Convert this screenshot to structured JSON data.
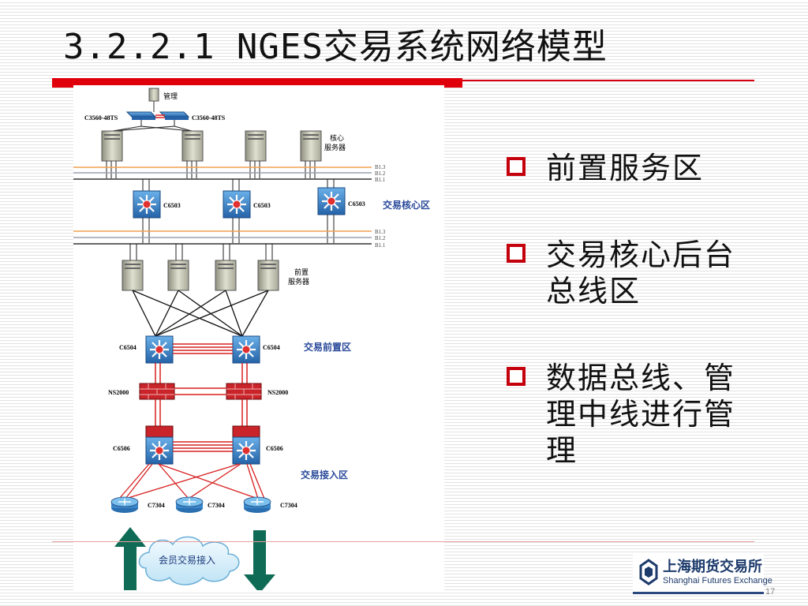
{
  "slide": {
    "title": "3.2.2.1 NGES交易系统网络模型",
    "page_number": "17"
  },
  "bullets": [
    {
      "text": "前置服务区"
    },
    {
      "text": "交易核心后台总线区"
    },
    {
      "text": "数据总线、管理中线进行管理"
    }
  ],
  "diagram": {
    "mgmt_label": "管理",
    "top_switch_label": "C3560-48TS",
    "core_server_label_1": "核心",
    "core_server_label_2": "服务器",
    "bus_labels": [
      "B1.3",
      "B1.2",
      "B1.1"
    ],
    "core_switch_label": "C6503",
    "core_zone_label": "交易核心区",
    "front_server_label_1": "前置",
    "front_server_label_2": "服务器",
    "c6504_label": "C6504",
    "front_zone_label": "交易前置区",
    "ns_label": "NS2000",
    "c6506_label": "C6506",
    "access_zone_label": "交易接入区",
    "router_label": "C7304",
    "cloud_label": "会员交易接入"
  },
  "logo": {
    "cn": "上海期货交易所",
    "en": "Shanghai Futures Exchange"
  },
  "colors": {
    "accent_red": "#e0000b",
    "bullet_box": "#c4000c",
    "bus_orange": "#f0a050",
    "bus_gray": "#9aa0b0",
    "link_red": "#d82020",
    "switch_blue": "#2a6fb0",
    "arrow_green": "#0f6b55"
  },
  "icons": [
    "switch-icon",
    "server-icon",
    "firewall-icon",
    "router-icon",
    "cloud-icon",
    "arrow-up-icon",
    "arrow-down-icon",
    "checkbox-icon"
  ]
}
